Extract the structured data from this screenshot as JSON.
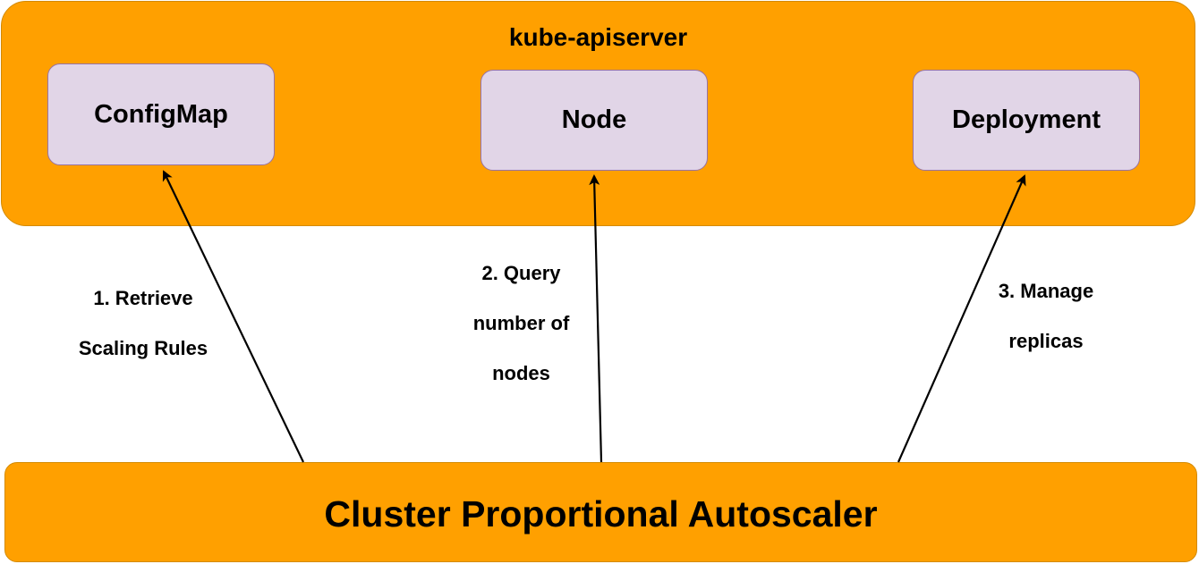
{
  "apiserver": {
    "title": "kube-apiserver",
    "fill_color": "#FFA000",
    "resources": [
      {
        "label": "ConfigMap"
      },
      {
        "label": "Node"
      },
      {
        "label": "Deployment"
      }
    ],
    "resource_fill_color": "#E1D5E7",
    "resource_border_color": "#9673A6"
  },
  "autoscaler": {
    "label": "Cluster Proportional Autoscaler",
    "fill_color": "#FFA000"
  },
  "edges": [
    {
      "from": "Cluster Proportional Autoscaler",
      "to": "ConfigMap",
      "label_lines": [
        "1. Retrieve",
        "Scaling Rules"
      ]
    },
    {
      "from": "Cluster Proportional Autoscaler",
      "to": "Node",
      "label_lines": [
        "2. Query",
        "number of",
        "nodes"
      ]
    },
    {
      "from": "Cluster Proportional Autoscaler",
      "to": "Deployment",
      "label_lines": [
        "3. Manage",
        "replicas"
      ]
    }
  ]
}
